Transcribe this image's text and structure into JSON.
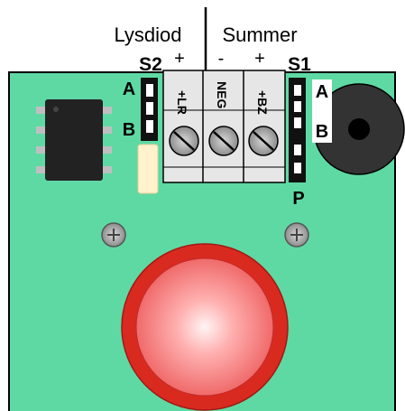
{
  "header": {
    "left_group": "Lysdiod",
    "right_group": "Summer",
    "plus_left": "+",
    "minus_right": "-",
    "plus_right": "+"
  },
  "jumpers": {
    "s2": {
      "name": "S2",
      "pin_a": "A",
      "pin_b": "B"
    },
    "s1": {
      "name": "S1",
      "pin_a": "A",
      "pin_b": "B"
    },
    "p": {
      "name": "P"
    }
  },
  "terminals": [
    {
      "label": "+LR"
    },
    {
      "label": "NEG"
    },
    {
      "label": "+BZ"
    }
  ],
  "colors": {
    "board": "#5fd9a4",
    "chip": "#222222",
    "button_ring": "#d92a20",
    "button_center": "#ffe6e6",
    "buzzer": "#333333",
    "terminal_block": "#e6e6e6",
    "led": "#fff2cc"
  }
}
